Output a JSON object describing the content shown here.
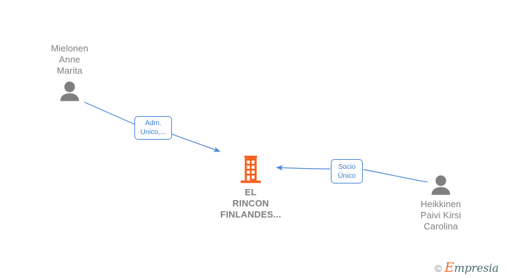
{
  "diagram": {
    "type": "corporate-relationship-graph",
    "background": "#ffffff",
    "colors": {
      "edge": "#4a86d8",
      "edge_label_text": "#3f7fd4",
      "person_icon": "#7f7f7f",
      "person_label_text": "#7f7f7f",
      "company_icon": "#f4601f",
      "company_label_text": "#7f7f7f"
    },
    "nodes": [
      {
        "id": "mielonen",
        "kind": "person",
        "icon": "person-icon",
        "label": "Mielonen\nAnne\nMarita",
        "label_position": "above"
      },
      {
        "id": "company",
        "kind": "company",
        "icon": "building-icon",
        "label": "EL\nRINCON\nFINLANDES...",
        "label_position": "below"
      },
      {
        "id": "heikkinen",
        "kind": "person",
        "icon": "person-icon",
        "label": "Heikkinen\nPaivi Kirsi\nCarolina",
        "label_position": "below"
      }
    ],
    "edges": [
      {
        "id": "adm",
        "from": "mielonen",
        "to": "company",
        "label": "Adm.\nUnico,...",
        "direction": "to-company"
      },
      {
        "id": "socio",
        "from": "heikkinen",
        "to": "company",
        "label": "Socio\nÚnico",
        "direction": "to-company"
      }
    ]
  },
  "watermark": {
    "copyright_symbol": "©",
    "brand_initial": "E",
    "brand_rest": "mpresia"
  }
}
